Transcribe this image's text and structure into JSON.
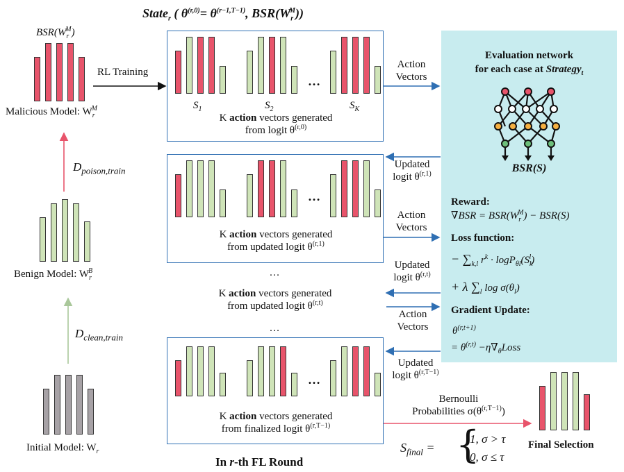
{
  "title": {
    "state_word": "State",
    "state_sub": "r",
    "theta_eq": " ( θ",
    "sup1": "(r,0)",
    "eq": "= θ",
    "sup2": "(r−1,T−1)",
    "comma": ", BSR(W",
    "w_sub": "r",
    "w_sup": "M",
    "close": "))"
  },
  "left": {
    "bsr_label": "BSR(W",
    "bsr_sub": "r",
    "bsr_sup": "M",
    "bsr_close": ")",
    "malicious_label": "Malicious Model: W",
    "malicious_sub": "r",
    "malicious_sup": "M",
    "poison_label": "D",
    "poison_sub": "poison,train",
    "benign_label": "Benign Model: W",
    "benign_sub": "r",
    "benign_sup": "B",
    "clean_label": "D",
    "clean_sub": "clean,train",
    "initial_label": "Initial Model: W",
    "initial_sub": "r"
  },
  "rl_training": "RL Training",
  "boxes": {
    "box1_line1_pre": "K ",
    "box1_line1_bold": "action",
    "box1_line1_post": " vectors generated",
    "box1_line2": "from logit  θ",
    "box1_line2_sup": "(r,0)",
    "box2_line2": "from updated logit θ",
    "box2_line2_sup": "(r,1)",
    "mid_line2": "from updated logit θ",
    "mid_line2_sup": "(r,t)",
    "box3_line2": "from finalized logit θ",
    "box3_line2_sup": "(r,T−1)",
    "s1": "S",
    "s1_sub": "1",
    "s2": "S",
    "s2_sub": "2",
    "sk": "S",
    "sk_sub": "K",
    "ellipsis": "…",
    "vert_dots": "…"
  },
  "arrows": {
    "action_vectors_1": "Action",
    "action_vectors_2": "Vectors",
    "updated": "Updated",
    "logit": "logit θ",
    "sup_r1": "(r,1)",
    "sup_rt": "(r,t)",
    "sup_rT": "(r,T−1)"
  },
  "eval": {
    "title1": "Evaluation network",
    "title2": "for each case at ",
    "title2_it": "Strategy",
    "title2_sub": "t",
    "bsr_s": "BSR(S)",
    "reward": "Reward:",
    "reward_eq": "∇BSR = BSR(W",
    "reward_eq_sub": "r",
    "reward_eq_sup": "M",
    "reward_eq_end": ") − BSR(S)",
    "loss": "Loss function",
    "loss_colon": ":",
    "loss_eq1": "− ∑",
    "loss_eq1_sub": "k,l",
    "loss_eq1_b": " r",
    "loss_eq1_sup": "k",
    "loss_eq1_c": " · logP",
    "loss_eq1_d": "θ",
    "loss_eq1_e": "l",
    "loss_eq1_f": "(S",
    "loss_eq1_g": "k",
    "loss_eq1_h": "l",
    "loss_eq1_i": ")",
    "loss_eq2": "+ λ ∑",
    "loss_eq2_sub": "l",
    "loss_eq2_b": " log σ(θ",
    "loss_eq2_c": "l",
    "loss_eq2_d": ")",
    "grad": "Gradient Update:",
    "grad_eq1": "θ",
    "grad_eq1_sup": "(r,t+1)",
    "grad_eq2": "= θ",
    "grad_eq2_sup": "(r,t)",
    "grad_eq2_b": " −η∇",
    "grad_eq2_c": "θ",
    "grad_eq2_d": "Loss"
  },
  "bernoulli_1": "Bernoulli",
  "bernoulli_2": "Probabilities σ(θ",
  "bernoulli_sup": "(r,T−1)",
  "bernoulli_end": ")",
  "final_selection": "Final Selection",
  "s_final": "S",
  "s_final_sub": "final",
  "s_final_eq": " =",
  "case1": "1, σ > τ",
  "case2": "0, σ ≤ τ",
  "footer_pre": "In ",
  "footer_r": "r",
  "footer_post": "-th FL Round",
  "colors": {
    "malicious": "#e8546b",
    "benign": "#cfe4b8",
    "initial": "#a7a2a6",
    "box_border": "#2f6fb3",
    "panel": "#c8ecef",
    "arrow_pink": "#e8546b",
    "arrow_green": "#a9c79a"
  }
}
